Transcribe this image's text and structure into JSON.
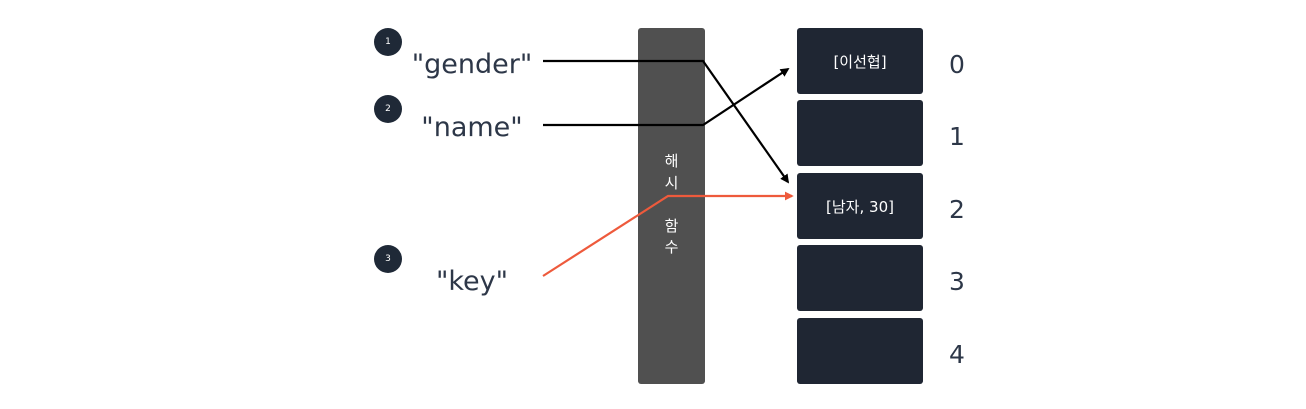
{
  "steps": [
    {
      "number": "1",
      "key": "\"gender\""
    },
    {
      "number": "2",
      "key": "\"name\""
    },
    {
      "number": "3",
      "key": "\"key\""
    }
  ],
  "hash_function": {
    "chars": [
      "해",
      "시",
      "함",
      "수"
    ]
  },
  "buckets": [
    {
      "index": "0",
      "value": "[이선협]"
    },
    {
      "index": "1",
      "value": ""
    },
    {
      "index": "2",
      "value": "[남자, 30]"
    },
    {
      "index": "3",
      "value": ""
    },
    {
      "index": "4",
      "value": ""
    }
  ],
  "colors": {
    "arrow_default": "#000000",
    "arrow_highlight": "#ee5a3c",
    "bucket_fill": "#1f2633",
    "hash_fill": "#505050",
    "badge_fill": "#1f2937"
  }
}
